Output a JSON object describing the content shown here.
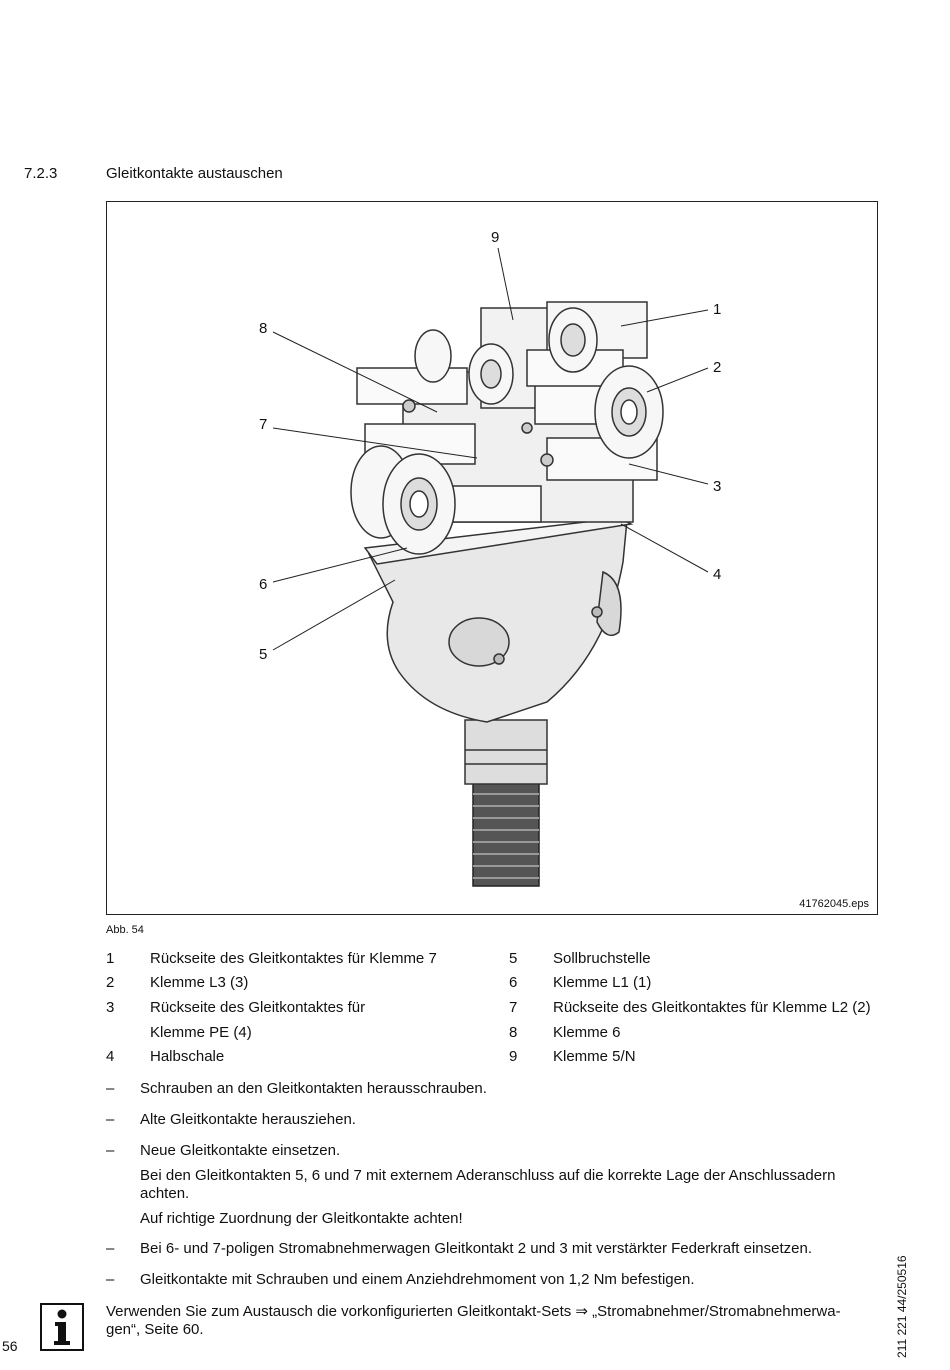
{
  "section": {
    "number": "7.2.3",
    "title": "Gleitkontakte austauschen"
  },
  "figure": {
    "file": "41762045.eps",
    "caption": "Abb. 54",
    "callouts": [
      "1",
      "2",
      "3",
      "4",
      "5",
      "6",
      "7",
      "8",
      "9"
    ]
  },
  "legend": {
    "left": [
      {
        "num": "1",
        "text": "Rückseite des Gleitkontaktes für Klemme 7"
      },
      {
        "num": "2",
        "text": "Klemme L3 (3)"
      },
      {
        "num": "3",
        "text": "Rückseite des Gleitkontaktes für"
      },
      {
        "num": "",
        "text": "Klemme PE (4)"
      },
      {
        "num": "4",
        "text": "Halbschale"
      }
    ],
    "right": [
      {
        "num": "5",
        "text": "Sollbruchstelle"
      },
      {
        "num": "6",
        "text": "Klemme L1 (1)"
      },
      {
        "num": "7",
        "text": "Rückseite des Gleitkontaktes für Klemme L2 (2)"
      },
      {
        "num": "8",
        "text": "Klemme 6"
      },
      {
        "num": "9",
        "text": "Klemme 5/N"
      }
    ]
  },
  "steps": [
    {
      "dash": "–",
      "text": "Schrauben an den Gleitkontakten herausschrauben."
    },
    {
      "dash": "–",
      "text": "Alte Gleitkontakte herausziehen."
    },
    {
      "dash": "–",
      "text": "Neue Gleitkontakte einsetzen."
    },
    {
      "dash": "",
      "text": "Bei den Gleitkontakten 5, 6 und 7 mit externem Aderanschluss auf die korrekte Lage der Anschlussadern achten."
    },
    {
      "dash": "",
      "text": "Auf richtige Zuordnung der Gleitkontakte achten!"
    },
    {
      "dash": "–",
      "text": "Bei 6- und 7-poligen Stromabnehmerwagen Gleitkontakt 2 und 3 mit verstärkter Federkraft einsetzen."
    },
    {
      "dash": "–",
      "text": "Gleitkontakte mit Schrauben und einem Anziehdrehmoment von 1,2 Nm befestigen."
    }
  ],
  "info_note": {
    "icon": "info-icon",
    "line1": "Verwenden Sie zum Austausch die vorkonfigurierten Gleitkontakt-Sets ⇒ „Stromabnehmer/Stromabnehmerwa-",
    "line2": "gen“, Seite 60."
  },
  "page_number": "56",
  "doc_id": "211 221 44/250516"
}
